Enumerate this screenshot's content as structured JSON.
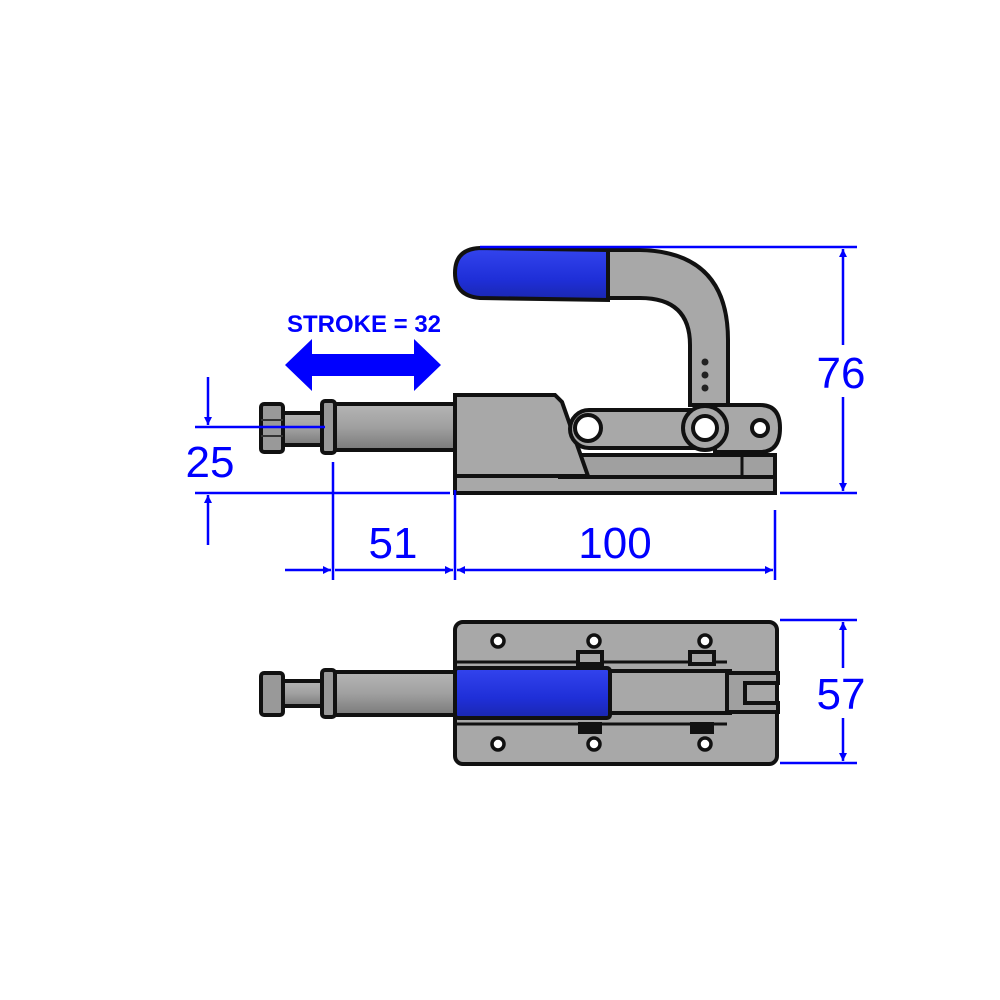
{
  "dimensions": {
    "height_total": "76",
    "plunger_height": "25",
    "plunger_extension": "51",
    "base_length": "100",
    "base_width": "57"
  },
  "stroke_label": "STROKE = 32",
  "colors": {
    "dimension": "#0000ff",
    "handle_grip": "#2233dd",
    "metal": "#9a9a9a",
    "outline": "#111111"
  }
}
